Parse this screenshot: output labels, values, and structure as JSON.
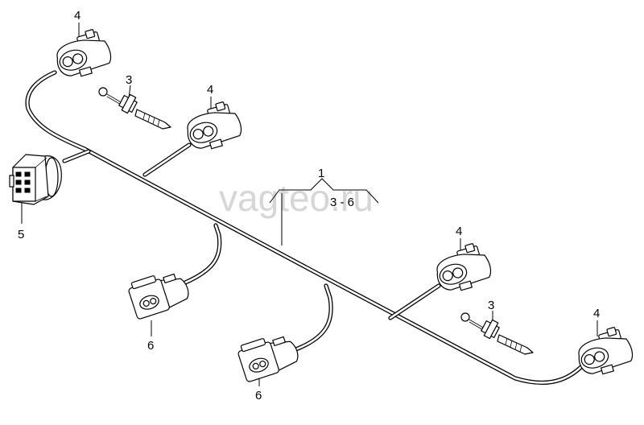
{
  "watermark": "vagteo.ru",
  "callouts": {
    "harness": "1",
    "harness_range": "3 - 6",
    "tie_upper": "3",
    "tie_lower": "3",
    "connector_top_left": "4",
    "connector_mid_left": "4",
    "connector_mid_right": "4",
    "connector_right_end": "4",
    "connector_plug_left": "5",
    "connector_lower_left": "6",
    "connector_lower_mid": "6"
  }
}
